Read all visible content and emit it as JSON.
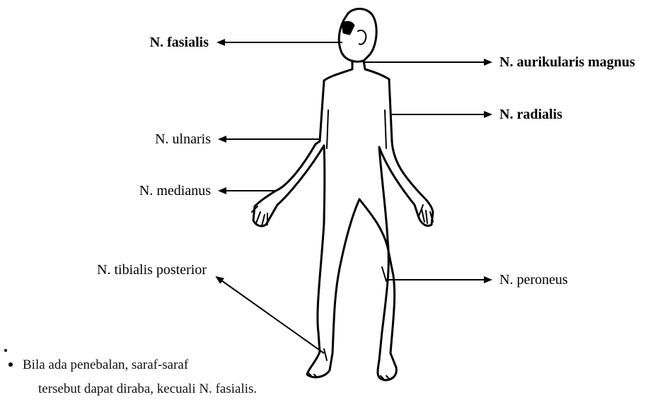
{
  "nerves": {
    "fasialis": "N. fasialis",
    "aurikularis": "N. aurikularis magnus",
    "radialis": "N. radialis",
    "ulnaris": "N. ulnaris",
    "medianus": "N. medianus",
    "tibialis": "N. tibialis posterior",
    "peroneus": "N. peroneus"
  },
  "note": {
    "line1": "Bila ada penebalan, saraf-saraf",
    "line2": "tersebut dapat diraba, kecuali N. fasialis."
  }
}
